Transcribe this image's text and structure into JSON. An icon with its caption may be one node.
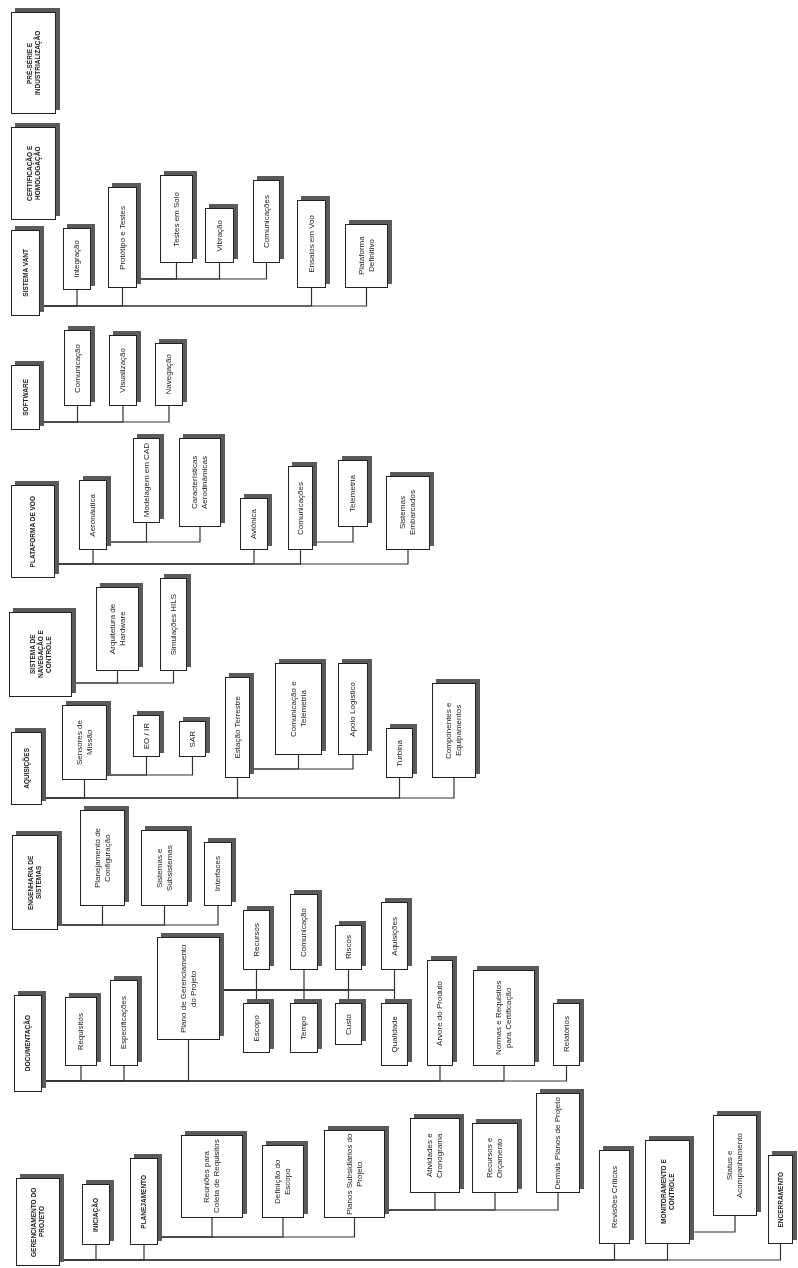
{
  "diagram": {
    "nodes": [
      {
        "text": [
          "GERENCIAMENTO DO PROJETO"
        ]
      },
      {
        "text": [
          "INICIAÇÃO"
        ]
      },
      {
        "text": [
          "PLANEJAMENTO"
        ]
      },
      {
        "text": [
          "Reuniões para Coleta de Requisitos"
        ]
      },
      {
        "text": [
          "Definição do Escopo"
        ]
      },
      {
        "text": [
          "Planos Subsidiários do Projeto"
        ]
      },
      {
        "text": [
          "Atividades e Cronograma"
        ]
      },
      {
        "text": [
          "Recursos e Orçamento"
        ]
      },
      {
        "text": [
          "Demais Planos de Projeto"
        ]
      },
      {
        "text": [
          "Revisões Críticas"
        ]
      },
      {
        "text": [
          "MONITORAMENTO E CONTROLE"
        ]
      },
      {
        "text": [
          "Status e Acompanhamento"
        ]
      },
      {
        "text": [
          "ENCERRAMENTO"
        ]
      },
      {
        "text": [
          "DOCUMENTAÇÃO"
        ]
      },
      {
        "text": [
          "Requisitos"
        ]
      },
      {
        "text": [
          "Especificações"
        ]
      },
      {
        "text": [
          "Plano de Gerenciamento do Projeto"
        ]
      },
      {
        "text": [
          "Recursos"
        ]
      },
      {
        "text": [
          "Escopo"
        ]
      },
      {
        "text": [
          "Comunicação"
        ]
      },
      {
        "text": [
          "Tempo"
        ]
      },
      {
        "text": [
          "Riscos"
        ]
      },
      {
        "text": [
          "Custo"
        ]
      },
      {
        "text": [
          "Aquisições"
        ]
      },
      {
        "text": [
          "Qualidade"
        ]
      },
      {
        "text": [
          "Árvore do Produto"
        ]
      },
      {
        "text": [
          "Normas e Requisitos para Certificação"
        ]
      },
      {
        "text": [
          "Relatórios"
        ]
      },
      {
        "text": [
          "ENGENHARIA DE SISTEMAS"
        ]
      },
      {
        "text": [
          "Planejamento de Configuração"
        ]
      },
      {
        "text": [
          "Sistemas e Subsistemas"
        ]
      },
      {
        "text": [
          "Interfaces"
        ]
      },
      {
        "text": [
          "AQUISIÇÕES"
        ]
      },
      {
        "text": [
          "Sensores de Missão"
        ]
      },
      {
        "text": [
          "EO / IR"
        ]
      },
      {
        "text": [
          "SAR"
        ]
      },
      {
        "text": [
          "Estação Terrestre"
        ]
      },
      {
        "text": [
          "Comunicação e Telemetria"
        ]
      },
      {
        "text": [
          "Apoio Logístico"
        ]
      },
      {
        "text": [
          "Turbina"
        ]
      },
      {
        "text": [
          "Componentes e Equipamentos"
        ]
      },
      {
        "text": [
          "SISTEMA DE NAVEGAÇÃO E CONTROLE"
        ]
      },
      {
        "text": [
          "Arquitetura de Hardware"
        ]
      },
      {
        "text": [
          "Simulações HILS"
        ]
      },
      {
        "text": [
          "PLATAFORMA DE VOO"
        ]
      },
      {
        "text": [
          "Aeronáutica"
        ]
      },
      {
        "text": [
          "Modelagem em CAD"
        ]
      },
      {
        "text": [
          "Características Aerodinâmicas"
        ]
      },
      {
        "text": [
          "Aviônica"
        ]
      },
      {
        "text": [
          "Comunicações"
        ]
      },
      {
        "text": [
          "Telemetria"
        ]
      },
      {
        "text": [
          "Sistemas Embarcados"
        ]
      },
      {
        "text": [
          "SOFTWARE"
        ]
      },
      {
        "text": [
          "Comunicação"
        ]
      },
      {
        "text": [
          "Visualização"
        ]
      },
      {
        "text": [
          "Navegação"
        ]
      },
      {
        "text": [
          "SISTEMA VANT"
        ]
      },
      {
        "text": [
          "Integração"
        ]
      },
      {
        "text": [
          "Protótipo e Testes"
        ]
      },
      {
        "text": [
          "Testes em Solo"
        ]
      },
      {
        "text": [
          "Vibração"
        ]
      },
      {
        "text": [
          "Comunicações"
        ]
      },
      {
        "text": [
          "Ensaios em Voo"
        ]
      },
      {
        "text": [
          "Plataforma Definitivo"
        ]
      },
      {
        "text": [
          "CERTIFICAÇÃO E HOMOLOGAÇÃO"
        ]
      },
      {
        "text": [
          "PRÉ-SÉRIE E INDUSTRIALIZAÇÃO"
        ]
      }
    ],
    "edges": [
      {
        "from": 0,
        "to": 1,
        "arrow": "none"
      },
      {
        "from": 0,
        "to": 2,
        "arrow": "none"
      },
      {
        "from": 2,
        "to": 3,
        "arrow": "none"
      },
      {
        "from": 2,
        "to": 4,
        "arrow": "none"
      },
      {
        "from": 2,
        "to": 5,
        "arrow": "none"
      },
      {
        "from": 5,
        "to": 6,
        "arrow": "none"
      },
      {
        "from": 5,
        "to": 7,
        "arrow": "none"
      },
      {
        "from": 5,
        "to": 8,
        "arrow": "none"
      },
      {
        "from": 0,
        "to": 9,
        "arrow": "none"
      },
      {
        "from": 0,
        "to": 10,
        "arrow": "none"
      },
      {
        "from": 10,
        "to": 11,
        "arrow": "none"
      },
      {
        "from": 0,
        "to": 12,
        "arrow": "none"
      },
      {
        "from": 13,
        "to": 14,
        "arrow": "none"
      },
      {
        "from": 13,
        "to": 15,
        "arrow": "none"
      },
      {
        "from": 13,
        "to": 16,
        "arrow": "none"
      },
      {
        "from": 16,
        "to": 17,
        "arrow": "none"
      },
      {
        "from": 16,
        "to": 18,
        "arrow": "none"
      },
      {
        "from": 16,
        "to": 19,
        "arrow": "none"
      },
      {
        "from": 16,
        "to": 20,
        "arrow": "none"
      },
      {
        "from": 16,
        "to": 21,
        "arrow": "none"
      },
      {
        "from": 16,
        "to": 22,
        "arrow": "none"
      },
      {
        "from": 16,
        "to": 23,
        "arrow": "none"
      },
      {
        "from": 16,
        "to": 24,
        "arrow": "none"
      },
      {
        "from": 13,
        "to": 25,
        "arrow": "none"
      },
      {
        "from": 13,
        "to": 26,
        "arrow": "none"
      },
      {
        "from": 13,
        "to": 27,
        "arrow": "none"
      },
      {
        "from": 28,
        "to": 29,
        "arrow": "none"
      },
      {
        "from": 28,
        "to": 30,
        "arrow": "none"
      },
      {
        "from": 28,
        "to": 31,
        "arrow": "none"
      },
      {
        "from": 32,
        "to": 33,
        "arrow": "none"
      },
      {
        "from": 33,
        "to": 34,
        "arrow": "none"
      },
      {
        "from": 33,
        "to": 35,
        "arrow": "none"
      },
      {
        "from": 32,
        "to": 36,
        "arrow": "none"
      },
      {
        "from": 36,
        "to": 37,
        "arrow": "none"
      },
      {
        "from": 36,
        "to": 38,
        "arrow": "none"
      },
      {
        "from": 32,
        "to": 39,
        "arrow": "none"
      },
      {
        "from": 32,
        "to": 40,
        "arrow": "none"
      },
      {
        "from": 41,
        "to": 42,
        "arrow": "none"
      },
      {
        "from": 41,
        "to": 43,
        "arrow": "none"
      },
      {
        "from": 44,
        "to": 45,
        "arrow": "none"
      },
      {
        "from": 45,
        "to": 46,
        "arrow": "none"
      },
      {
        "from": 45,
        "to": 47,
        "arrow": "none"
      },
      {
        "from": 44,
        "to": 48,
        "arrow": "none"
      },
      {
        "from": 44,
        "to": 49,
        "arrow": "none"
      },
      {
        "from": 49,
        "to": 50,
        "arrow": "none"
      },
      {
        "from": 44,
        "to": 51,
        "arrow": "none"
      },
      {
        "from": 52,
        "to": 53,
        "arrow": "none"
      },
      {
        "from": 52,
        "to": 54,
        "arrow": "none"
      },
      {
        "from": 52,
        "to": 55,
        "arrow": "none"
      },
      {
        "from": 56,
        "to": 57,
        "arrow": "none"
      },
      {
        "from": 56,
        "to": 58,
        "arrow": "none"
      },
      {
        "from": 58,
        "to": 59,
        "arrow": "none"
      },
      {
        "from": 58,
        "to": 60,
        "arrow": "none"
      },
      {
        "from": 58,
        "to": 61,
        "arrow": "none"
      },
      {
        "from": 56,
        "to": 62,
        "arrow": "none"
      },
      {
        "from": 56,
        "to": 63,
        "arrow": "none"
      }
    ]
  }
}
